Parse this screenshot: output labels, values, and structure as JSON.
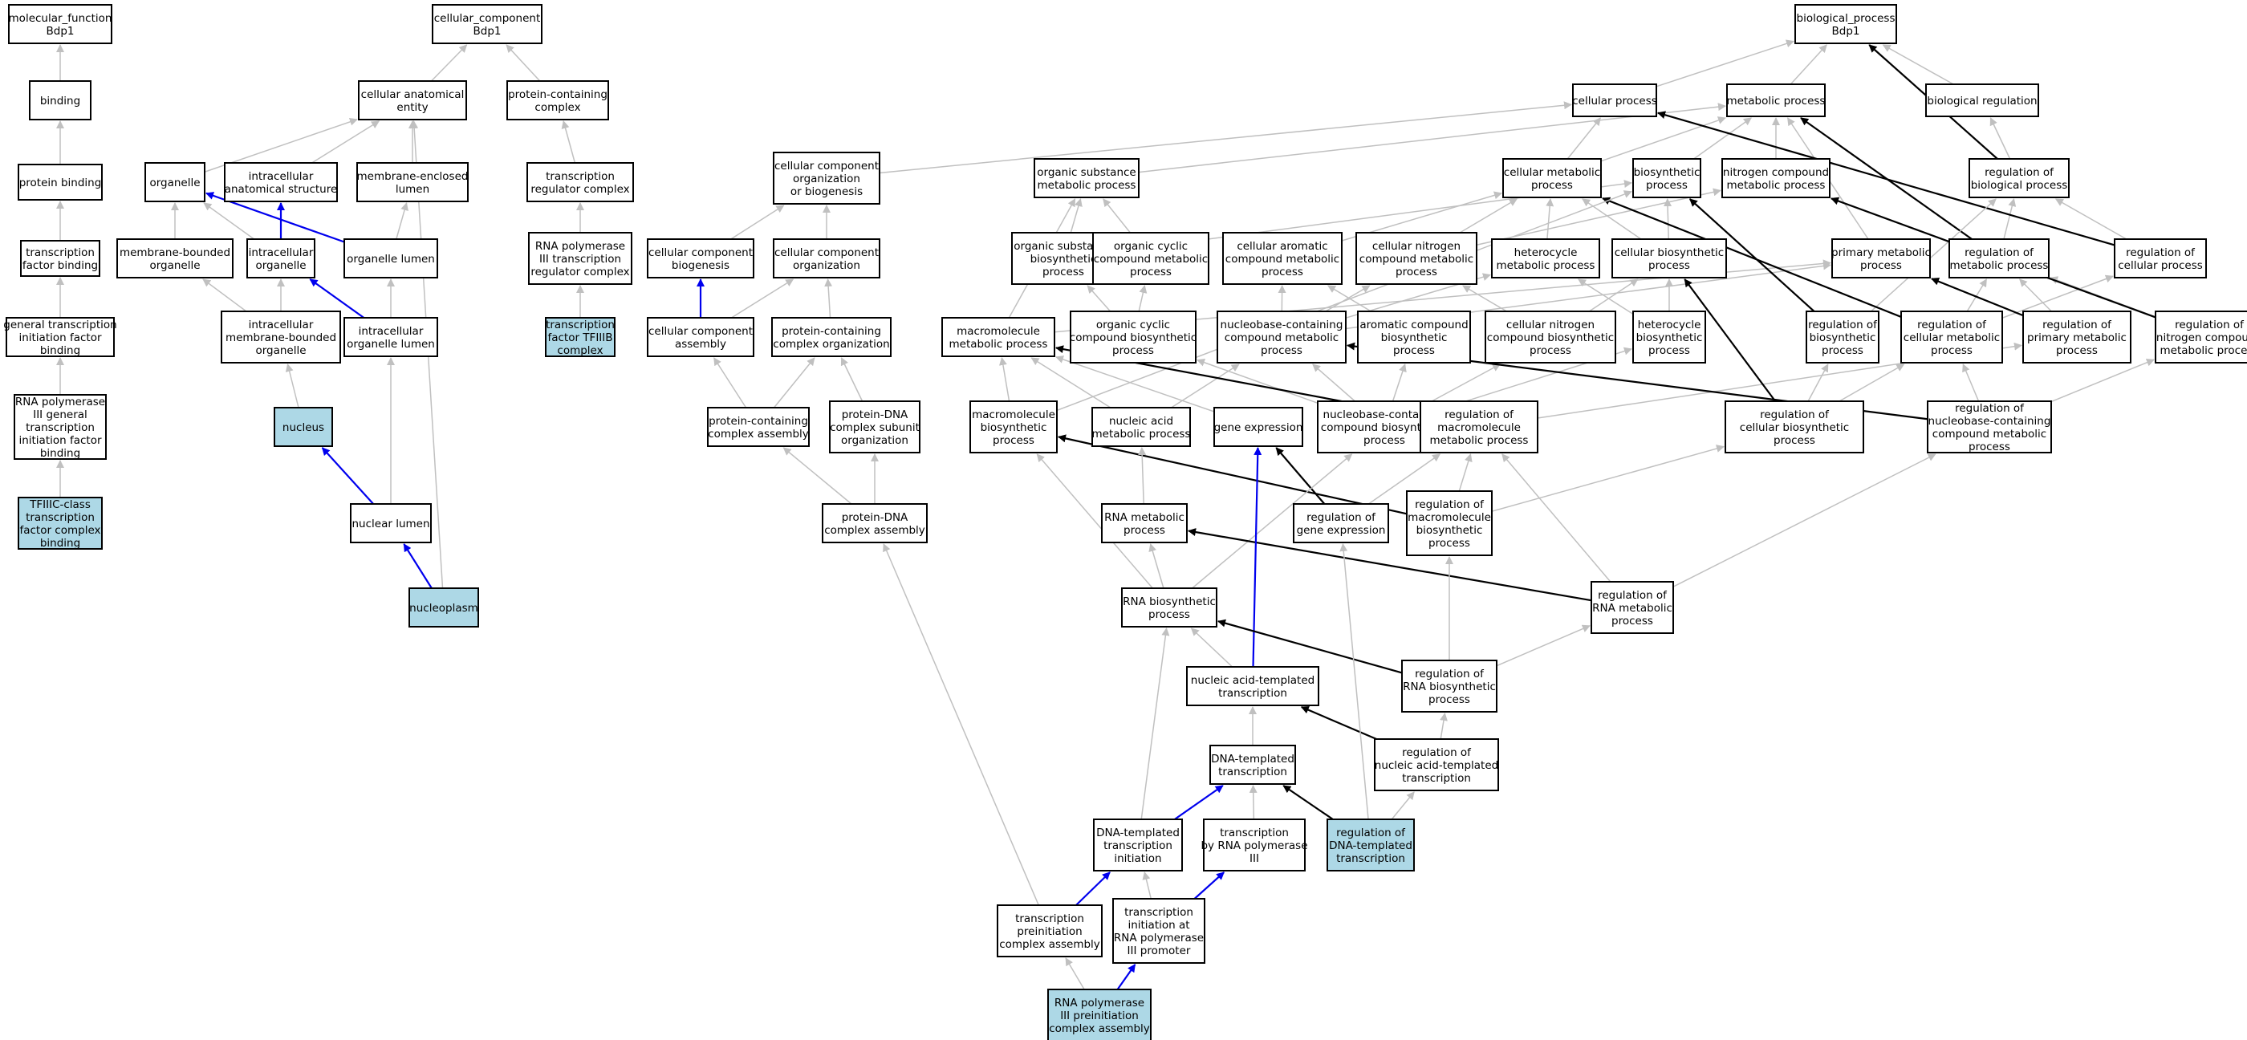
{
  "colors": {
    "gray": "#c0c0c0",
    "black": "#000000",
    "blue": "#0000ee",
    "highlight": "#add8e6"
  },
  "nodes": {
    "mf": {
      "lines": [
        "molecular_function",
        "Bdp1"
      ]
    },
    "bind": {
      "lines": [
        "binding"
      ]
    },
    "pb": {
      "lines": [
        "protein binding"
      ]
    },
    "tfb": {
      "lines": [
        "transcription",
        "factor binding"
      ]
    },
    "gtif": {
      "lines": [
        "general transcription",
        "initiation factor",
        "binding"
      ]
    },
    "rp3g": {
      "lines": [
        "RNA polymerase",
        "III general",
        "transcription",
        "initiation factor",
        "binding"
      ]
    },
    "tfiiic": {
      "lines": [
        "TFIIIC-class",
        "transcription",
        "factor complex",
        "binding"
      ],
      "highlight": true
    },
    "cc": {
      "lines": [
        "cellular_component",
        "Bdp1"
      ]
    },
    "cae": {
      "lines": [
        "cellular anatomical",
        "entity"
      ]
    },
    "org": {
      "lines": [
        "organelle"
      ]
    },
    "ias": {
      "lines": [
        "intracellular",
        "anatomical structure"
      ]
    },
    "mel": {
      "lines": [
        "membrane-enclosed",
        "lumen"
      ]
    },
    "mbo": {
      "lines": [
        "membrane-bounded",
        "organelle"
      ]
    },
    "io": {
      "lines": [
        "intracellular",
        "organelle"
      ]
    },
    "ol": {
      "lines": [
        "organelle lumen"
      ]
    },
    "imbo": {
      "lines": [
        "intracellular",
        "membrane-bounded",
        "organelle"
      ]
    },
    "iol": {
      "lines": [
        "intracellular",
        "organelle lumen"
      ]
    },
    "nuc": {
      "lines": [
        "nucleus"
      ],
      "highlight": true
    },
    "nl": {
      "lines": [
        "nuclear lumen"
      ]
    },
    "np": {
      "lines": [
        "nucleoplasm"
      ],
      "highlight": true
    },
    "pcc": {
      "lines": [
        "protein-containing",
        "complex"
      ]
    },
    "trc": {
      "lines": [
        "transcription",
        "regulator complex"
      ]
    },
    "rp3trc": {
      "lines": [
        "RNA polymerase",
        "III transcription",
        "regulator complex"
      ]
    },
    "tf3b": {
      "lines": [
        "transcription",
        "factor TFIIIB",
        "complex"
      ],
      "highlight": true
    },
    "ccob": {
      "lines": [
        "cellular component",
        "organization",
        "or biogenesis"
      ]
    },
    "ccb": {
      "lines": [
        "cellular component",
        "biogenesis"
      ]
    },
    "cco": {
      "lines": [
        "cellular component",
        "organization"
      ]
    },
    "cca": {
      "lines": [
        "cellular component",
        "assembly"
      ]
    },
    "pcco": {
      "lines": [
        "protein-containing",
        "complex organization"
      ]
    },
    "pcca": {
      "lines": [
        "protein-containing",
        "complex assembly"
      ]
    },
    "pdso": {
      "lines": [
        "protein-DNA",
        "complex subunit",
        "organization"
      ]
    },
    "pdca": {
      "lines": [
        "protein-DNA",
        "complex assembly"
      ]
    },
    "bp": {
      "lines": [
        "biological_process",
        "Bdp1"
      ]
    },
    "cp": {
      "lines": [
        "cellular process"
      ]
    },
    "mp": {
      "lines": [
        "metabolic process"
      ]
    },
    "br": {
      "lines": [
        "biological regulation"
      ]
    },
    "osmp": {
      "lines": [
        "organic substance",
        "metabolic process"
      ]
    },
    "cmp": {
      "lines": [
        "cellular metabolic",
        "process"
      ]
    },
    "bsp": {
      "lines": [
        "biosynthetic",
        "process"
      ]
    },
    "ncmp": {
      "lines": [
        "nitrogen compound",
        "metabolic process"
      ]
    },
    "rbp": {
      "lines": [
        "regulation of",
        "biological process"
      ]
    },
    "osbp": {
      "lines": [
        "organic substance",
        "biosynthetic",
        "process"
      ]
    },
    "occmp": {
      "lines": [
        "organic cyclic",
        "compound metabolic",
        "process"
      ]
    },
    "cacmp": {
      "lines": [
        "cellular aromatic",
        "compound metabolic",
        "process"
      ]
    },
    "cncmp": {
      "lines": [
        "cellular nitrogen",
        "compound metabolic",
        "process"
      ]
    },
    "hmp": {
      "lines": [
        "heterocycle",
        "metabolic process"
      ]
    },
    "cbp": {
      "lines": [
        "cellular biosynthetic",
        "process"
      ]
    },
    "pmp": {
      "lines": [
        "primary metabolic",
        "process"
      ]
    },
    "rmp": {
      "lines": [
        "regulation of",
        "metabolic process"
      ]
    },
    "rcp": {
      "lines": [
        "regulation of",
        "cellular process"
      ]
    },
    "mmp": {
      "lines": [
        "macromolecule",
        "metabolic process"
      ]
    },
    "occbp": {
      "lines": [
        "organic cyclic",
        "compound biosynthetic",
        "process"
      ]
    },
    "nbcmp": {
      "lines": [
        "nucleobase-containing",
        "compound metabolic",
        "process"
      ]
    },
    "acbp": {
      "lines": [
        "aromatic compound",
        "biosynthetic",
        "process"
      ]
    },
    "cncbp": {
      "lines": [
        "cellular nitrogen",
        "compound biosynthetic",
        "process"
      ]
    },
    "hbp": {
      "lines": [
        "heterocycle",
        "biosynthetic",
        "process"
      ]
    },
    "rbsp": {
      "lines": [
        "regulation of",
        "biosynthetic",
        "process"
      ]
    },
    "rcmp": {
      "lines": [
        "regulation of",
        "cellular metabolic",
        "process"
      ]
    },
    "rpmp": {
      "lines": [
        "regulation of",
        "primary metabolic",
        "process"
      ]
    },
    "rncmp": {
      "lines": [
        "regulation of",
        "nitrogen compound",
        "metabolic process"
      ]
    },
    "mbsp": {
      "lines": [
        "macromolecule",
        "biosynthetic",
        "process"
      ]
    },
    "namp": {
      "lines": [
        "nucleic acid",
        "metabolic process"
      ]
    },
    "ge": {
      "lines": [
        "gene expression"
      ]
    },
    "nbcbp": {
      "lines": [
        "nucleobase-containing",
        "compound biosynthetic",
        "process"
      ]
    },
    "rmmp": {
      "lines": [
        "regulation of",
        "macromolecule",
        "metabolic process"
      ]
    },
    "rcbp": {
      "lines": [
        "regulation of",
        "cellular biosynthetic",
        "process"
      ]
    },
    "rnbcmp": {
      "lines": [
        "regulation of",
        "nucleobase-containing",
        "compound metabolic",
        "process"
      ]
    },
    "rge": {
      "lines": [
        "regulation of",
        "gene expression"
      ]
    },
    "rmbp": {
      "lines": [
        "regulation of",
        "macromolecule",
        "biosynthetic",
        "process"
      ]
    },
    "rnamp": {
      "lines": [
        "RNA metabolic",
        "process"
      ]
    },
    "rnabp": {
      "lines": [
        "RNA biosynthetic",
        "process"
      ]
    },
    "rrnamp": {
      "lines": [
        "regulation of",
        "RNA metabolic",
        "process"
      ]
    },
    "nat": {
      "lines": [
        "nucleic acid-templated",
        "transcription"
      ]
    },
    "rrnabp": {
      "lines": [
        "regulation of",
        "RNA biosynthetic",
        "process"
      ]
    },
    "dt": {
      "lines": [
        "DNA-templated",
        "transcription"
      ]
    },
    "rnat": {
      "lines": [
        "regulation of",
        "nucleic acid-templated",
        "transcription"
      ]
    },
    "dti": {
      "lines": [
        "DNA-templated",
        "transcription",
        "initiation"
      ]
    },
    "trp3": {
      "lines": [
        "transcription",
        "by RNA polymerase",
        "III"
      ]
    },
    "rdt": {
      "lines": [
        "regulation of",
        "DNA-templated",
        "transcription"
      ],
      "highlight": true
    },
    "tpca": {
      "lines": [
        "transcription",
        "preinitiation",
        "complex assembly"
      ]
    },
    "tirp3": {
      "lines": [
        "transcription",
        "initiation at",
        "RNA polymerase",
        "III promoter"
      ]
    },
    "rp3pca": {
      "lines": [
        "RNA polymerase",
        "III preinitiation",
        "complex assembly"
      ],
      "highlight": true
    }
  },
  "edges": [
    [
      "bind",
      "mf",
      "g"
    ],
    [
      "pb",
      "bind",
      "g"
    ],
    [
      "tfb",
      "pb",
      "g"
    ],
    [
      "gtif",
      "tfb",
      "g"
    ],
    [
      "rp3g",
      "gtif",
      "g"
    ],
    [
      "tfiiic",
      "rp3g",
      "g"
    ],
    [
      "cae",
      "cc",
      "g"
    ],
    [
      "pcc",
      "cc",
      "g"
    ],
    [
      "org",
      "cae",
      "g"
    ],
    [
      "ias",
      "cae",
      "g"
    ],
    [
      "mel",
      "cae",
      "g"
    ],
    [
      "np",
      "cae",
      "g"
    ],
    [
      "mbo",
      "org",
      "g"
    ],
    [
      "io",
      "org",
      "g"
    ],
    [
      "ol",
      "org",
      "b"
    ],
    [
      "io",
      "ias",
      "b"
    ],
    [
      "ol",
      "mel",
      "g"
    ],
    [
      "imbo",
      "mbo",
      "g"
    ],
    [
      "imbo",
      "io",
      "g"
    ],
    [
      "iol",
      "io",
      "b"
    ],
    [
      "iol",
      "ol",
      "g"
    ],
    [
      "nuc",
      "imbo",
      "g"
    ],
    [
      "nl",
      "iol",
      "g"
    ],
    [
      "nl",
      "nuc",
      "b"
    ],
    [
      "np",
      "nl",
      "b"
    ],
    [
      "trc",
      "pcc",
      "g"
    ],
    [
      "rp3trc",
      "trc",
      "g"
    ],
    [
      "tf3b",
      "rp3trc",
      "g"
    ],
    [
      "ccob",
      "cp",
      "g"
    ],
    [
      "ccb",
      "ccob",
      "g"
    ],
    [
      "cco",
      "ccob",
      "g"
    ],
    [
      "cca",
      "ccb",
      "b"
    ],
    [
      "cca",
      "cco",
      "g"
    ],
    [
      "pcco",
      "cco",
      "g"
    ],
    [
      "pcca",
      "cca",
      "g"
    ],
    [
      "pcca",
      "pcco",
      "g"
    ],
    [
      "pdso",
      "pcco",
      "g"
    ],
    [
      "pdca",
      "pcca",
      "g"
    ],
    [
      "pdca",
      "pdso",
      "g"
    ],
    [
      "tpca",
      "pdca",
      "g"
    ],
    [
      "cp",
      "bp",
      "g"
    ],
    [
      "mp",
      "bp",
      "g"
    ],
    [
      "br",
      "bp",
      "g"
    ],
    [
      "rbp",
      "br",
      "g"
    ],
    [
      "rbp",
      "bp",
      "k"
    ],
    [
      "osmp",
      "mp",
      "g"
    ],
    [
      "cmp",
      "cp",
      "g"
    ],
    [
      "cmp",
      "mp",
      "g"
    ],
    [
      "bsp",
      "mp",
      "g"
    ],
    [
      "ncmp",
      "mp",
      "g"
    ],
    [
      "osbp",
      "osmp",
      "g"
    ],
    [
      "osbp",
      "bsp",
      "g"
    ],
    [
      "occmp",
      "osmp",
      "g"
    ],
    [
      "cacmp",
      "cmp",
      "g"
    ],
    [
      "cncmp",
      "cmp",
      "g"
    ],
    [
      "cncmp",
      "ncmp",
      "g"
    ],
    [
      "hmp",
      "cmp",
      "g"
    ],
    [
      "cbp",
      "cmp",
      "g"
    ],
    [
      "cbp",
      "bsp",
      "g"
    ],
    [
      "pmp",
      "mp",
      "g"
    ],
    [
      "rmp",
      "rbp",
      "g"
    ],
    [
      "rmp",
      "mp",
      "k"
    ],
    [
      "rcp",
      "rbp",
      "g"
    ],
    [
      "rcp",
      "cp",
      "k"
    ],
    [
      "mmp",
      "osmp",
      "g"
    ],
    [
      "mmp",
      "pmp",
      "g"
    ],
    [
      "occbp",
      "osbp",
      "g"
    ],
    [
      "occbp",
      "occmp",
      "g"
    ],
    [
      "nbcmp",
      "cacmp",
      "g"
    ],
    [
      "nbcmp",
      "cncmp",
      "g"
    ],
    [
      "nbcmp",
      "hmp",
      "g"
    ],
    [
      "nbcmp",
      "pmp",
      "g"
    ],
    [
      "acbp",
      "cacmp",
      "g"
    ],
    [
      "cncbp",
      "cncmp",
      "g"
    ],
    [
      "cncbp",
      "cbp",
      "g"
    ],
    [
      "hbp",
      "hmp",
      "g"
    ],
    [
      "hbp",
      "cbp",
      "g"
    ],
    [
      "rbsp",
      "rbp",
      "g"
    ],
    [
      "rbsp",
      "bsp",
      "k"
    ],
    [
      "rcmp",
      "rmp",
      "g"
    ],
    [
      "rcmp",
      "rcp",
      "g"
    ],
    [
      "rcmp",
      "cmp",
      "k"
    ],
    [
      "rpmp",
      "rmp",
      "g"
    ],
    [
      "rpmp",
      "pmp",
      "k"
    ],
    [
      "rncmp",
      "rmp",
      "g"
    ],
    [
      "rncmp",
      "ncmp",
      "k"
    ],
    [
      "mbsp",
      "mmp",
      "g"
    ],
    [
      "mbsp",
      "bsp",
      "g"
    ],
    [
      "namp",
      "mmp",
      "g"
    ],
    [
      "namp",
      "nbcmp",
      "g"
    ],
    [
      "ge",
      "mmp",
      "g"
    ],
    [
      "nbcbp",
      "nbcmp",
      "g"
    ],
    [
      "nbcbp",
      "occbp",
      "g"
    ],
    [
      "nbcbp",
      "cncbp",
      "g"
    ],
    [
      "nbcbp",
      "hbp",
      "g"
    ],
    [
      "nbcbp",
      "acbp",
      "g"
    ],
    [
      "rmmp",
      "rpmp",
      "g"
    ],
    [
      "rmmp",
      "mmp",
      "k"
    ],
    [
      "rcbp",
      "rbsp",
      "g"
    ],
    [
      "rcbp",
      "rcmp",
      "g"
    ],
    [
      "rcbp",
      "cbp",
      "k"
    ],
    [
      "rnbcmp",
      "rcmp",
      "g"
    ],
    [
      "rnbcmp",
      "rncmp",
      "g"
    ],
    [
      "rnbcmp",
      "nbcmp",
      "k"
    ],
    [
      "rge",
      "rmmp",
      "g"
    ],
    [
      "rge",
      "ge",
      "k"
    ],
    [
      "rmbp",
      "rmmp",
      "g"
    ],
    [
      "rmbp",
      "rcbp",
      "g"
    ],
    [
      "rmbp",
      "mbsp",
      "k"
    ],
    [
      "rnamp",
      "namp",
      "g"
    ],
    [
      "rnabp",
      "rnamp",
      "g"
    ],
    [
      "rnabp",
      "mbsp",
      "g"
    ],
    [
      "rnabp",
      "nbcbp",
      "g"
    ],
    [
      "rrnamp",
      "rnbcmp",
      "g"
    ],
    [
      "rrnamp",
      "rmmp",
      "g"
    ],
    [
      "rrnamp",
      "rnamp",
      "k"
    ],
    [
      "nat",
      "rnabp",
      "g"
    ],
    [
      "nat",
      "ge",
      "b"
    ],
    [
      "rrnabp",
      "rrnamp",
      "g"
    ],
    [
      "rrnabp",
      "rmbp",
      "g"
    ],
    [
      "rrnabp",
      "rnabp",
      "k"
    ],
    [
      "dt",
      "nat",
      "g"
    ],
    [
      "rnat",
      "rrnabp",
      "g"
    ],
    [
      "rnat",
      "nat",
      "k"
    ],
    [
      "dti",
      "dt",
      "b"
    ],
    [
      "dti",
      "rnabp",
      "g"
    ],
    [
      "trp3",
      "dt",
      "g"
    ],
    [
      "rdt",
      "rnat",
      "g"
    ],
    [
      "rdt",
      "dt",
      "k"
    ],
    [
      "rdt",
      "rge",
      "g"
    ],
    [
      "tpca",
      "dti",
      "b"
    ],
    [
      "tirp3",
      "dti",
      "g"
    ],
    [
      "tirp3",
      "trp3",
      "b"
    ],
    [
      "rp3pca",
      "tpca",
      "g"
    ],
    [
      "rp3pca",
      "tirp3",
      "b"
    ]
  ]
}
